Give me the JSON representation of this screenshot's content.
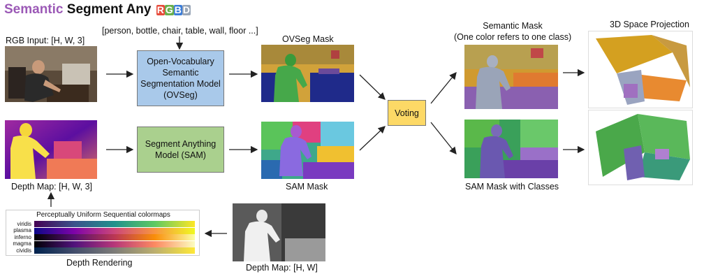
{
  "title": {
    "part1": "Semantic",
    "part2": "Segment Any",
    "rgbd": [
      "R",
      "G",
      "B",
      "D"
    ]
  },
  "labels": {
    "rgb_input": "RGB Input: [H, W, 3]",
    "class_list": "[person, bottle, chair, table, wall, floor ...]",
    "ovseg_mask": "OVSeg Mask",
    "sam_mask": "SAM Mask",
    "depth_map3": "Depth Map: [H, W, 3]",
    "depth_map": "Depth Map: [H, W]",
    "depth_rendering": "Depth Rendering",
    "semantic_mask_1": "Semantic Mask",
    "semantic_mask_2": "(One color refers to one class)",
    "sam_mask_classes": "SAM Mask with Classes",
    "projection": "3D Space Projection"
  },
  "boxes": {
    "ovseg": [
      "Open-Vocabulary",
      "Semantic",
      "Segmentation Model",
      "(OVSeg)"
    ],
    "sam": [
      "Segment Anything",
      "Model (SAM)"
    ],
    "voting": "Voting"
  },
  "colormaps": {
    "title": "Perceptually Uniform Sequential colormaps",
    "names": [
      "viridis",
      "plasma",
      "inferno",
      "magma",
      "cividis"
    ]
  },
  "colors": {
    "ovseg_box": "#a9c9ea",
    "sam_box": "#aad08e",
    "voting_box": "#fdd966",
    "title_accent": "#9b59b6"
  }
}
